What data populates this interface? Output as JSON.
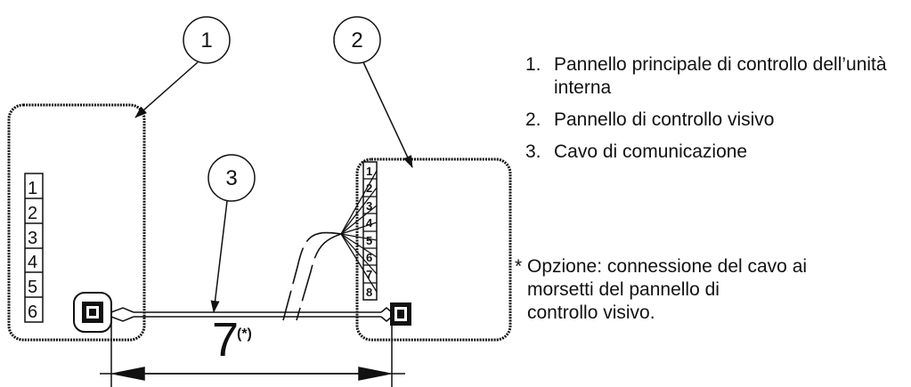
{
  "callouts": [
    {
      "id": "1",
      "label": "1"
    },
    {
      "id": "2",
      "label": "2"
    },
    {
      "id": "3",
      "label": "3"
    }
  ],
  "legend": [
    {
      "num": "1.",
      "text": "Pannello principale di controllo dell’unità interna"
    },
    {
      "num": "2.",
      "text": "Pannello di controllo visivo"
    },
    {
      "num": "3.",
      "text": "Cavo di comunicazione"
    }
  ],
  "left_terminals": [
    "1",
    "2",
    "3",
    "4",
    "5",
    "6"
  ],
  "right_terminals": [
    "1",
    "2",
    "3",
    "4",
    "5",
    "6",
    "7",
    "8"
  ],
  "dimension_label": "7",
  "dimension_suffix": "(*)",
  "note": {
    "line1": "* Opzione: connessione del cavo ai",
    "line2": "morsetti del pannello di",
    "line3": "controllo visivo."
  }
}
